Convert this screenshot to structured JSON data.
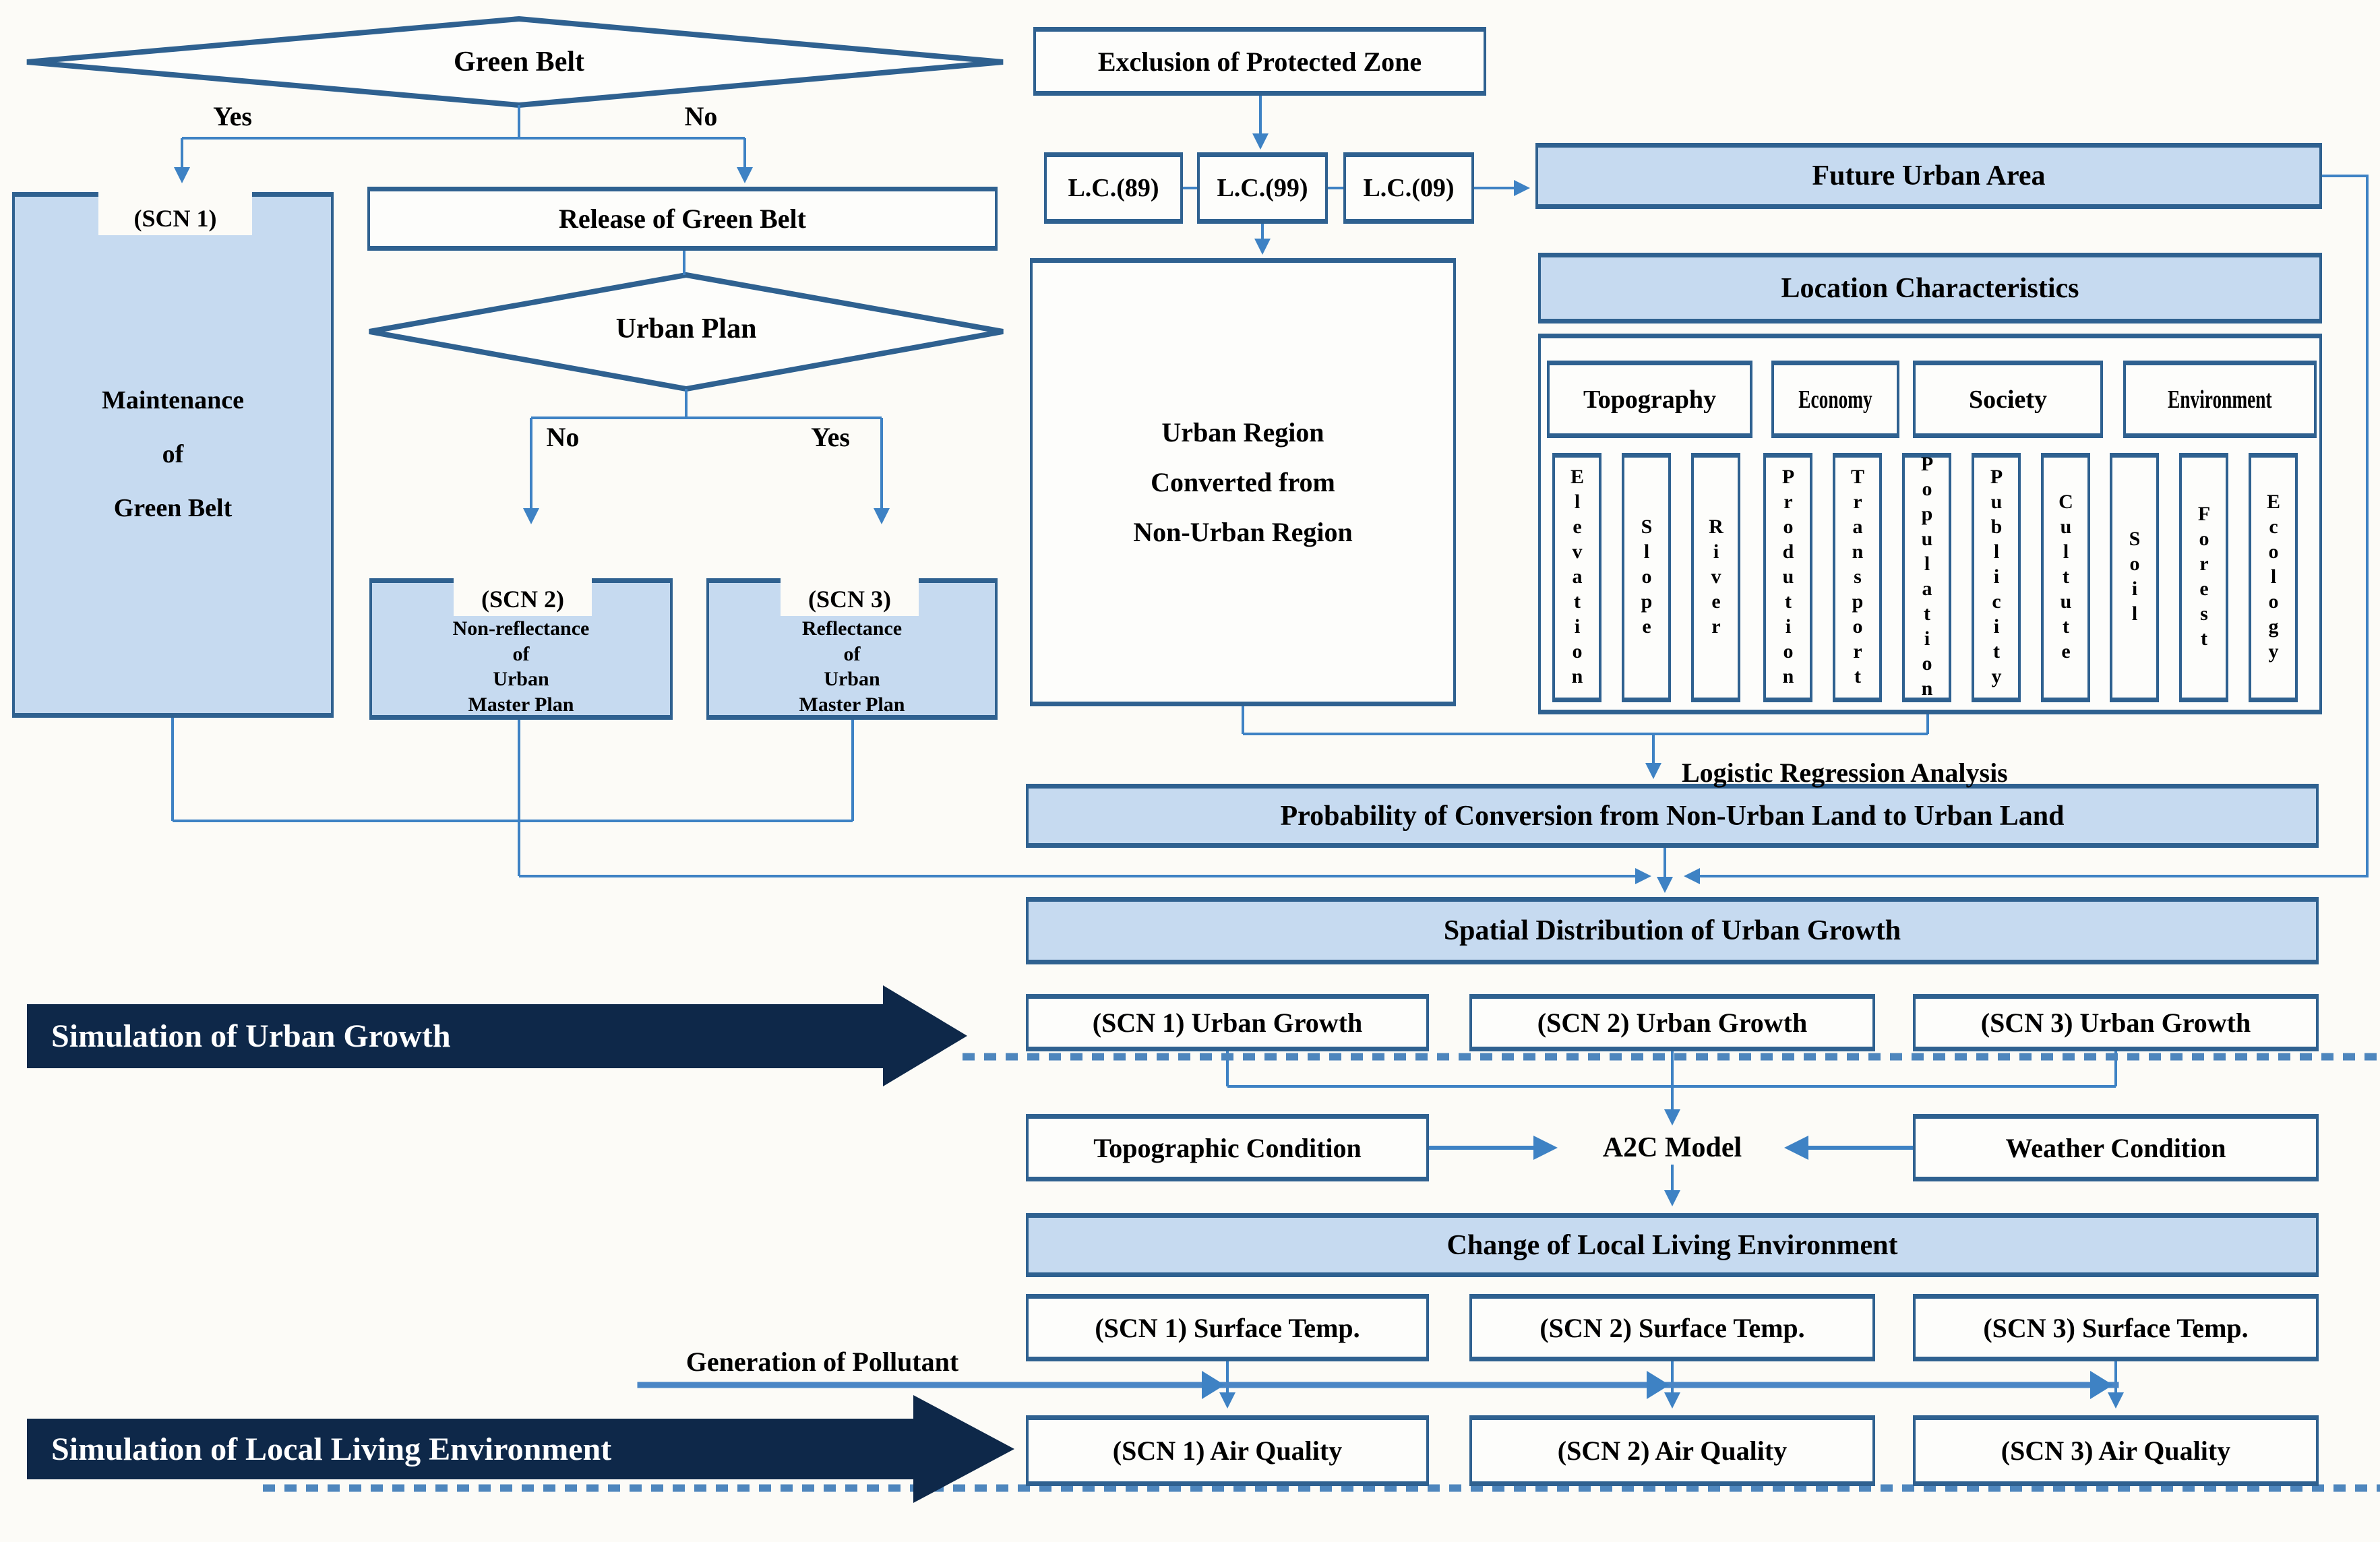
{
  "colors": {
    "border": "#2f6190",
    "light_fill": "#c6daf0",
    "arrow": "#3e82c4",
    "banner_navy": "#0e2849",
    "dashed": "#4e86bd"
  },
  "decision": {
    "green_belt": "Green Belt",
    "urban_plan": "Urban Plan",
    "yes": "Yes",
    "no": "No"
  },
  "scenario1": {
    "tag": "(SCN 1)",
    "body": "Maintenance\nof\nGreen Belt"
  },
  "release": "Release of Green Belt",
  "scenario2": {
    "tag": "(SCN 2)",
    "body": "Non-reflectance\nof\nUrban\nMaster Plan"
  },
  "scenario3": {
    "tag": "(SCN 3)",
    "body": "Reflectance\nof\nUrban\nMaster Plan"
  },
  "exclusion": "Exclusion of Protected Zone",
  "land_cover": [
    "L.C.(89)",
    "L.C.(99)",
    "L.C.(09)"
  ],
  "future_urban_area": "Future Urban Area",
  "urban_region": "Urban Region\nConverted from\nNon-Urban Region",
  "location": {
    "title": "Location Characteristics",
    "groups": [
      {
        "label": "Topography",
        "factors": [
          "Elevation",
          "Slope",
          "River"
        ]
      },
      {
        "label": "Economy",
        "factors": [
          "Prodution",
          "Transport"
        ]
      },
      {
        "label": "Society",
        "factors": [
          "Population",
          "Publicity",
          "Cultute"
        ]
      },
      {
        "label": "Environment",
        "factors": [
          "Soil",
          "Forest",
          "Ecology"
        ]
      }
    ]
  },
  "logistic": "Logistic Regression Analysis",
  "probability": "Probability of Conversion from Non-Urban Land to Urban Land",
  "spatial": "Spatial Distribution of Urban Growth",
  "growth": [
    "(SCN 1) Urban Growth",
    "(SCN 2) Urban Growth",
    "(SCN 3) Urban Growth"
  ],
  "banner_urban": "Simulation of Urban Growth",
  "topographic": "Topographic Condition",
  "a2c": "A2C Model",
  "weather": "Weather Condition",
  "change": "Change of Local Living Environment",
  "surface": [
    "(SCN 1) Surface Temp.",
    "(SCN 2) Surface Temp.",
    "(SCN 3) Surface Temp."
  ],
  "pollutant": "Generation of Pollutant",
  "air": [
    "(SCN 1) Air Quality",
    "(SCN 2) Air Quality",
    "(SCN 3) Air Quality"
  ],
  "banner_local": "Simulation of Local Living Environment"
}
